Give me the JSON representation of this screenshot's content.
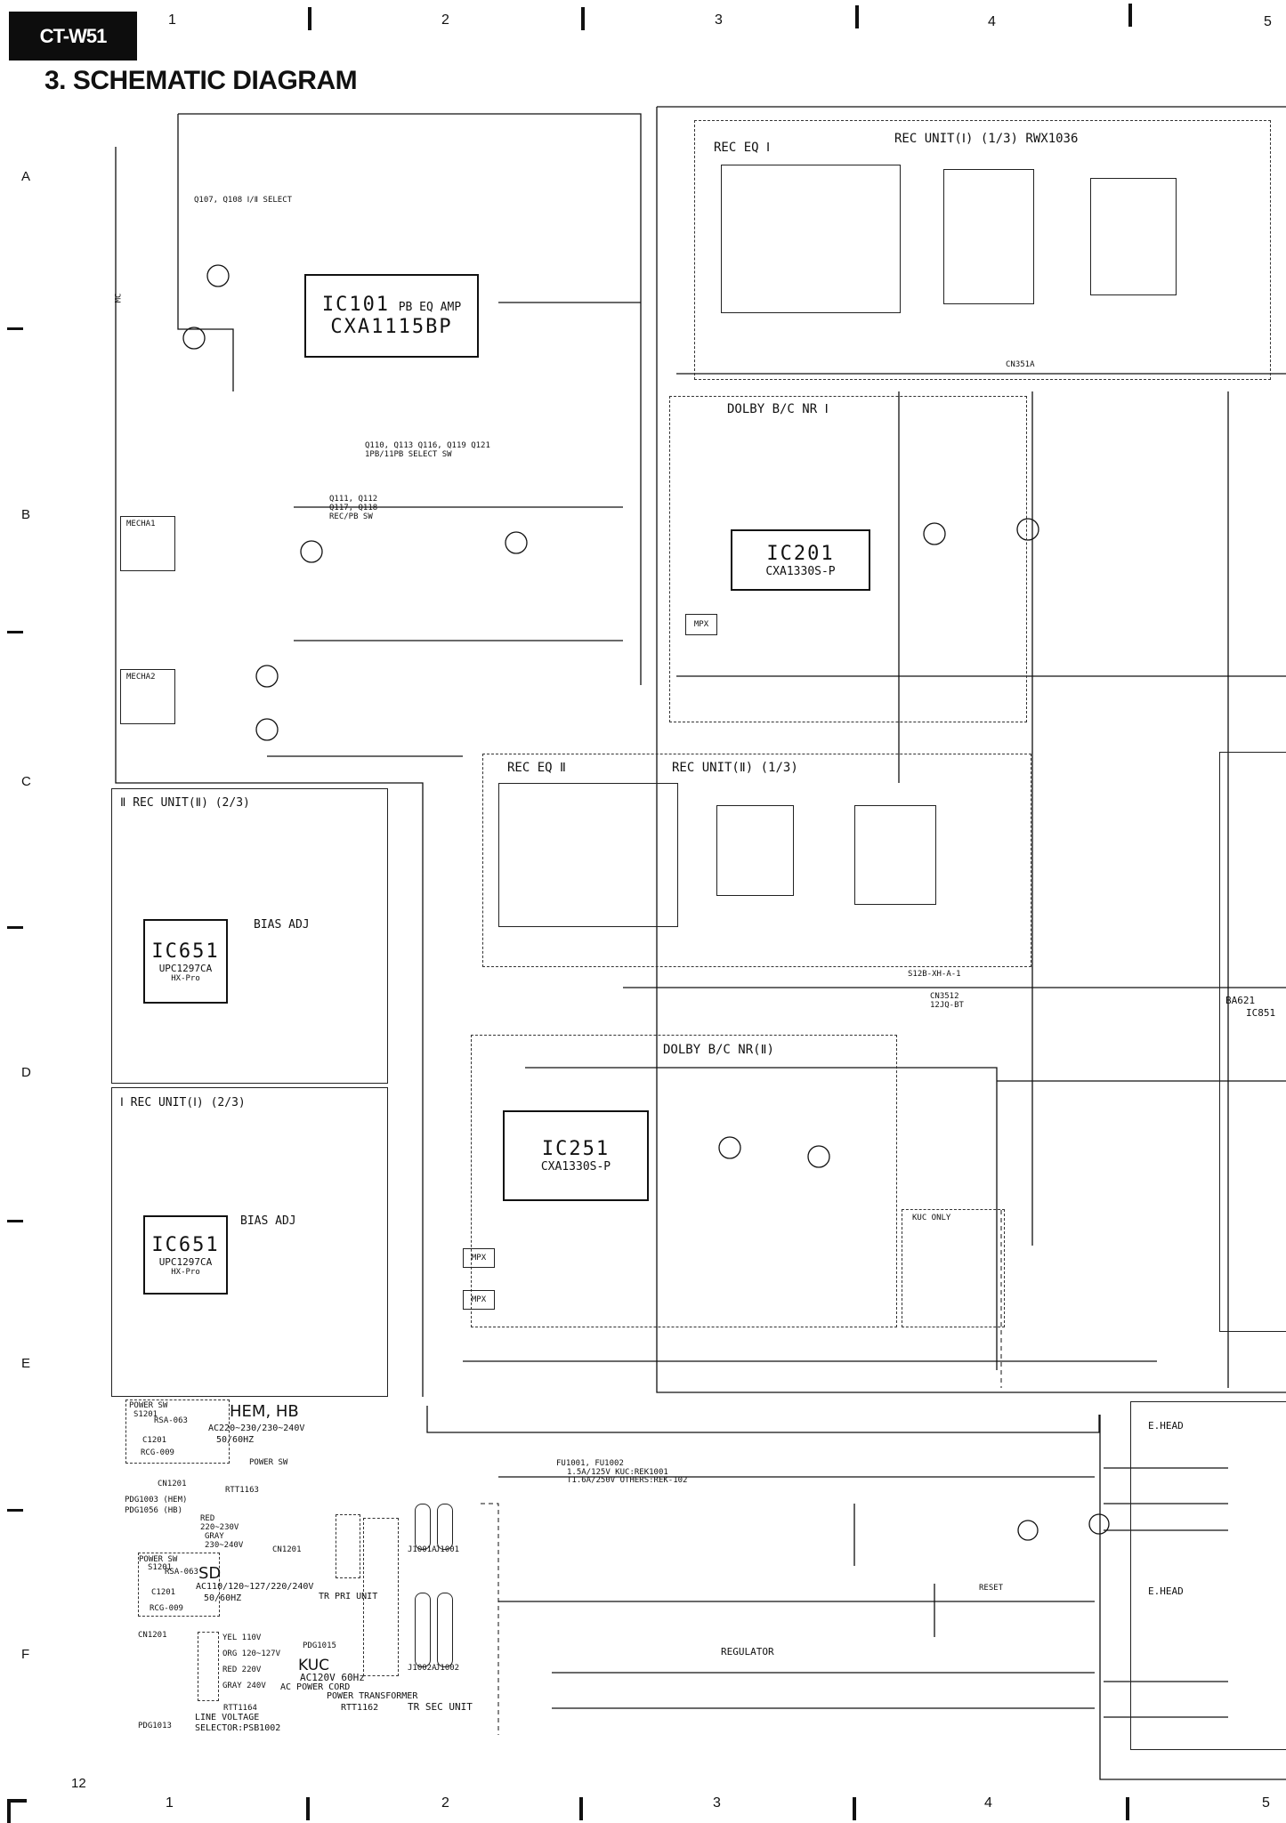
{
  "header": {
    "model": "CT-W51",
    "title": "3.  SCHEMATIC DIAGRAM"
  },
  "grid": {
    "columns": [
      "1",
      "2",
      "3",
      "4",
      "5"
    ],
    "rows": [
      "A",
      "B",
      "C",
      "D",
      "E",
      "F"
    ]
  },
  "footer": {
    "page": "12"
  },
  "blocks": {
    "rec_eq_1": "REC EQ Ⅰ",
    "rec_unit_1_1": "REC UNIT(Ⅰ) (1/3)  RWX1036",
    "ic101": {
      "name": "IC101",
      "func": "PB EQ AMP",
      "part": "CXA1115BP"
    },
    "q107": "Q107, Q108 Ⅰ/Ⅱ SELECT",
    "q110": "Q110, Q113 Q116, Q119 Q121 1PB/11PB SELECT SW",
    "q111": "Q111, Q112 Q117, Q118 REC/PB SW",
    "mecha1": "MECHA1",
    "mecha2": "MECHA2",
    "dolby_1": "DOLBY B/C NR  Ⅰ",
    "ic201": {
      "name": "IC201",
      "part": "CXA1330S-P"
    },
    "rec_eq_2": "REC EQ Ⅱ",
    "rec_unit_2_1": "REC UNIT(Ⅱ) (1/3)",
    "rec_unit_2_2": "Ⅱ REC UNIT(Ⅱ) (2/3)",
    "rec_unit_1_2": "Ⅰ REC UNIT(Ⅰ) (2/3)",
    "ic651": {
      "name": "IC651",
      "part": "UPC1297CA",
      "sub": "HX-Pro"
    },
    "bias_adj": "BIAS ADJ",
    "dolby_2": "DOLBY B/C NR(Ⅱ)",
    "ic251": {
      "name": "IC251",
      "part": "CXA1330S-P"
    },
    "kuc_only": "KUC ONLY",
    "ba621": "BA621",
    "ic851": "IC851",
    "e_head": "E.HEAD",
    "cn351a": "CN351A",
    "s12b": "S12B-XH-A-1",
    "cn3512": "CN3512 12JQ-BT",
    "mpx": "MPX",
    "mc": "MC",
    "reset": "RESET",
    "regulator": "REGULATOR"
  },
  "power": {
    "hem_hb": "HEM, HB",
    "hem_ac": "AC220~230/230~240V",
    "hem_hz": "50/60HZ",
    "power_sw": "POWER SW",
    "s1201": "S1201",
    "rsa": "RSA-063",
    "c1201": "C1201",
    "rcg": "RCG-009",
    "cn1201": "CN1201",
    "rtt1163": "RTT1163",
    "pdg_hem": "PDG1003 (HEM)",
    "pdg_hb": "PDG1056 (HB)",
    "red_220": "RED 220~230V",
    "gray_230": "GRAY 230~240V",
    "sd": "SD",
    "sd_ac": "AC110/120~127/220/240V",
    "sd_hz": "50/60HZ",
    "sel_taps": [
      "YEL 110V",
      "ORG 120~127V",
      "RED 220V",
      "GRAY 240V"
    ],
    "rtt1164": "RTT1164",
    "pdg1013": "PDG1013",
    "line_voltage": "LINE VOLTAGE",
    "selector": "SELECTOR:PSB1002",
    "pdg1015": "PDG1015",
    "kuc": "KUC",
    "kuc_ac": "AC120V 60Hz",
    "ac_cord": "AC POWER CORD",
    "transformer": "POWER TRANSFORMER",
    "rtt1162": "RTT1162",
    "tr_pri": "TR PRI UNIT",
    "tr_sec": "TR SEC UNIT",
    "j1001a": "J1001A",
    "j1001": "J1001",
    "j1002a": "J1002A",
    "j1002": "J1002",
    "fuse_head": "FU1001, FU1002",
    "fuse_kuc": "1.5A/125V KUC:REK1001",
    "fuse_other": "T1.6A/250V OTHERS:REK-102"
  }
}
